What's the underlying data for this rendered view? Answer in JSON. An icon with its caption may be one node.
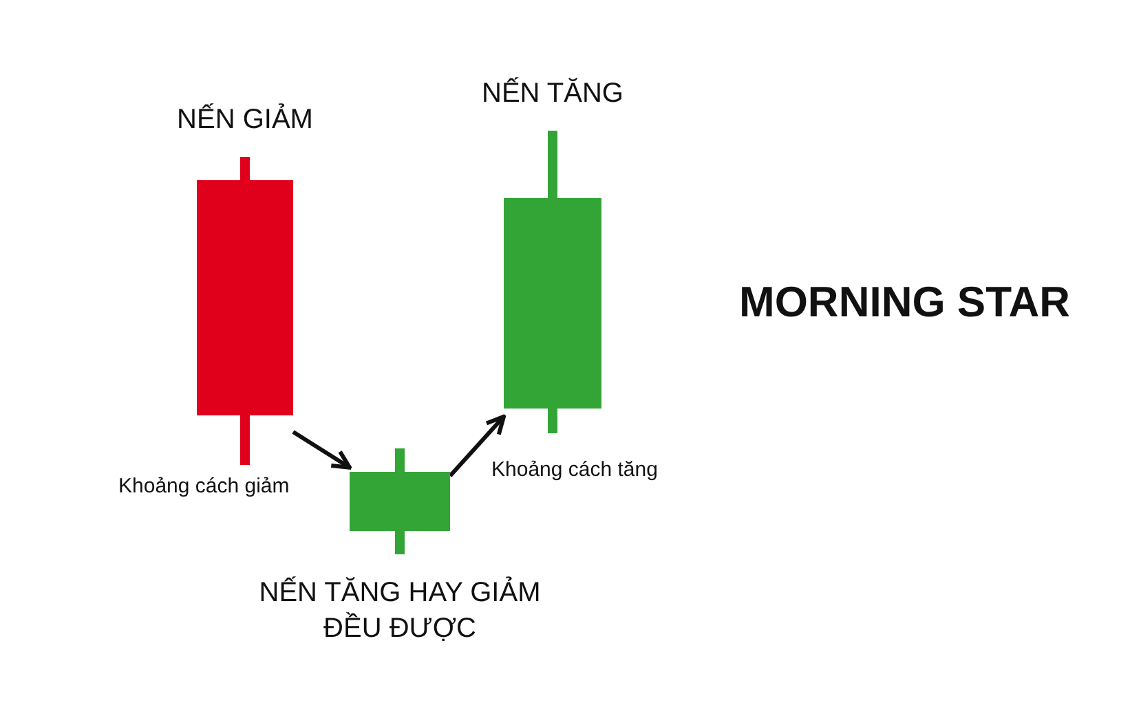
{
  "diagram": {
    "title": "MORNING STAR",
    "nodes": [
      {
        "text": [
          "NẾN GIẢM"
        ]
      },
      {
        "text": [
          "NẾN TĂNG HAY GIẢM ĐỀU ĐƯỢC"
        ]
      },
      {
        "text": [
          "NẾN TĂNG"
        ]
      }
    ],
    "edges": [
      {
        "from": 0,
        "to": 1,
        "arrow": "to",
        "label": "Khoảng cách giảm"
      },
      {
        "from": 1,
        "to": 2,
        "arrow": "to",
        "label": "Khoảng cách tăng"
      }
    ]
  }
}
